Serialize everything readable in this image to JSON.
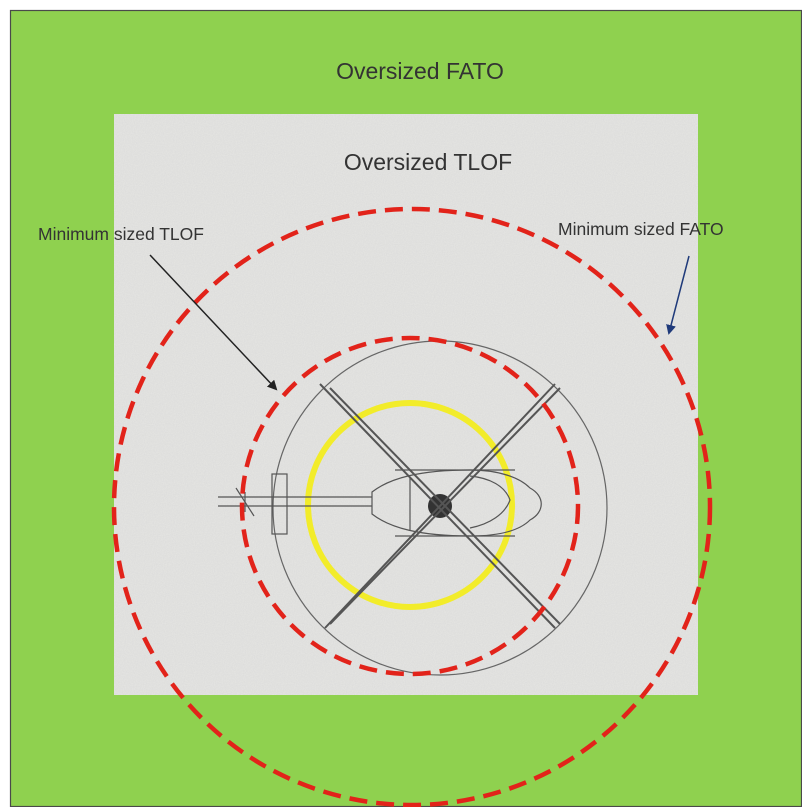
{
  "labels": {
    "oversized_fato": "Oversized FATO",
    "oversized_tlof": "Oversized TLOF",
    "minimum_tlof": "Minimum sized TLOF",
    "minimum_fato": "Minimum sized FATO"
  },
  "colors": {
    "fato_area": "#8fd14f",
    "tlof_area": "#e6e6e4",
    "minimum_boundary_dashed": "#e2231a",
    "touchdown_circle": "#f2ec2a",
    "rotor_disc_outline": "#666666",
    "helicopter_outline": "#555555",
    "leader_arrow_tlof": "#222222",
    "leader_arrow_fato": "#1f3a7a",
    "border": "#4a4a4a"
  },
  "icons": {
    "helicopter": "helicopter-top-view-icon"
  }
}
